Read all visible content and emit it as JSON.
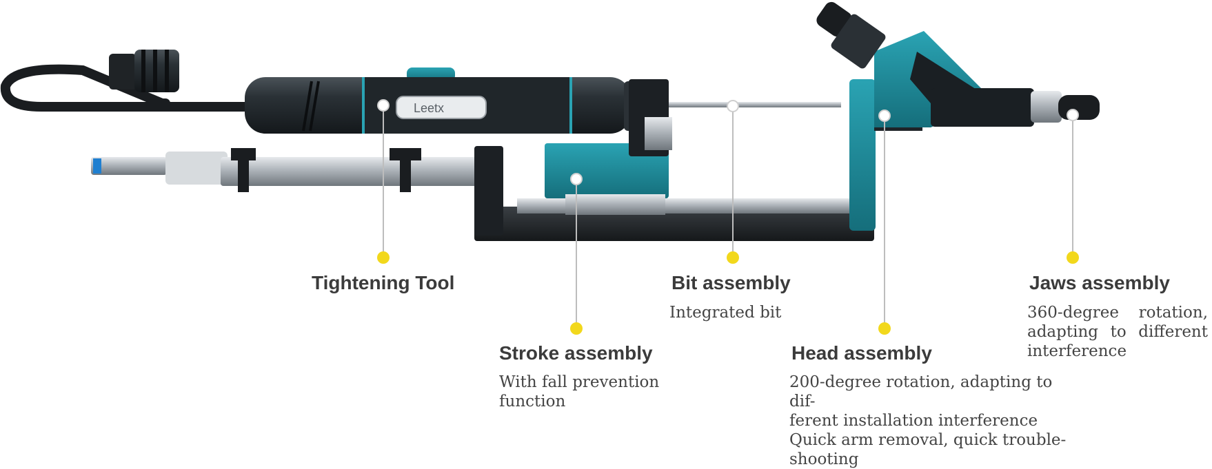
{
  "product": {
    "brand_label": "Leetx"
  },
  "colors": {
    "teal": "#1f8a9a",
    "dark": "#222a30",
    "steel": "#b9bec3",
    "leader_line": "#bdbdbd",
    "dot": "#f2d81c"
  },
  "callouts": {
    "tightening_tool": {
      "title": "Tightening Tool"
    },
    "stroke": {
      "title": "Stroke assembly",
      "desc": [
        "With fall prevention",
        "function"
      ]
    },
    "bit": {
      "title": "Bit assembly",
      "desc": [
        "Integrated bit"
      ]
    },
    "head": {
      "title": "Head assembly",
      "desc": [
        "200-degree rotation, adapting to dif-",
        "ferent installation interference",
        "Quick arm removal, quick trouble-",
        "shooting"
      ]
    },
    "jaws": {
      "title": "Jaws assembly",
      "desc": [
        "360-degree rotation,",
        "adapting to different",
        "interference"
      ]
    }
  }
}
